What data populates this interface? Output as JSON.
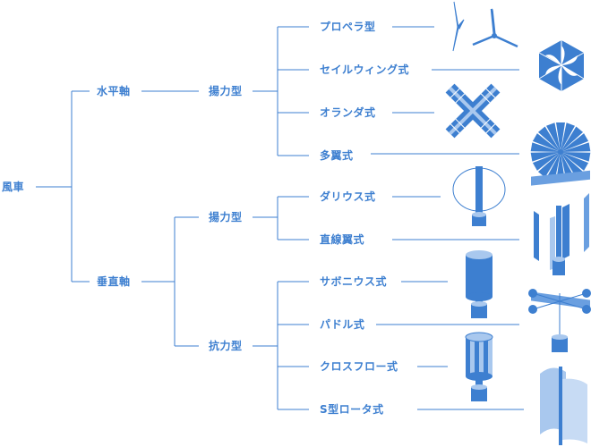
{
  "tree": {
    "root": "風車",
    "horizontal_axis": {
      "label": "水平軸",
      "lift_type": {
        "label": "揚力型",
        "items": [
          "プロペラ型",
          "セイルウィング式",
          "オランダ式",
          "多翼式"
        ]
      }
    },
    "vertical_axis": {
      "label": "垂直軸",
      "lift_type": {
        "label": "揚力型",
        "items": [
          "ダリウス式",
          "直線翼式"
        ]
      },
      "drag_type": {
        "label": "抗力型",
        "items": [
          "サボニウス式",
          "パドル式",
          "クロスフロー式",
          "S型ロータ式"
        ]
      }
    }
  },
  "colors": {
    "line": "#3d7fd0",
    "icon_primary": "#3d7fd0",
    "icon_light": "#a9c8ee",
    "icon_mid": "#6a9fe0"
  },
  "icons": [
    "propeller-turbine-icon",
    "sailwing-turbine-icon",
    "dutch-windmill-icon",
    "multiblade-turbine-icon",
    "darrieus-turbine-icon",
    "straight-blade-turbine-icon",
    "savonius-turbine-icon",
    "paddle-turbine-icon",
    "crossflow-turbine-icon",
    "s-rotor-turbine-icon"
  ]
}
